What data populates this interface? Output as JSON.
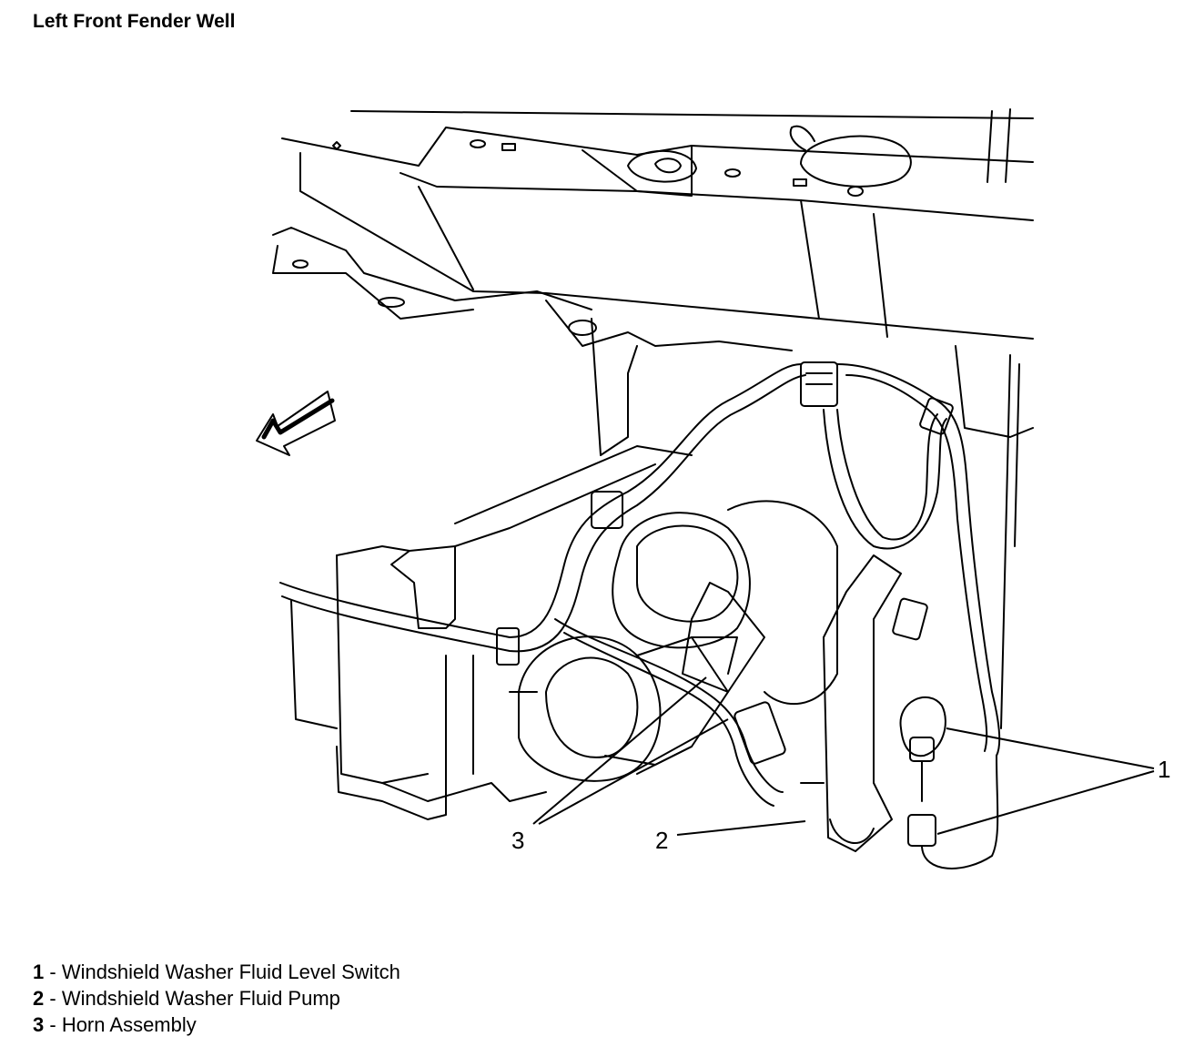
{
  "title": "Left Front Fender Well",
  "callouts": [
    {
      "id": "callout-1",
      "number": "1"
    },
    {
      "id": "callout-2",
      "number": "2"
    },
    {
      "id": "callout-3",
      "number": "3"
    }
  ],
  "legend": [
    {
      "number": "1",
      "separator": " - ",
      "label": "Windshield Washer Fluid Level Switch"
    },
    {
      "number": "2",
      "separator": " - ",
      "label": "Windshield Washer Fluid Pump"
    },
    {
      "number": "3",
      "separator": " - ",
      "label": "Horn Assembly"
    }
  ],
  "colors": {
    "line": "#000000",
    "background": "#ffffff"
  }
}
